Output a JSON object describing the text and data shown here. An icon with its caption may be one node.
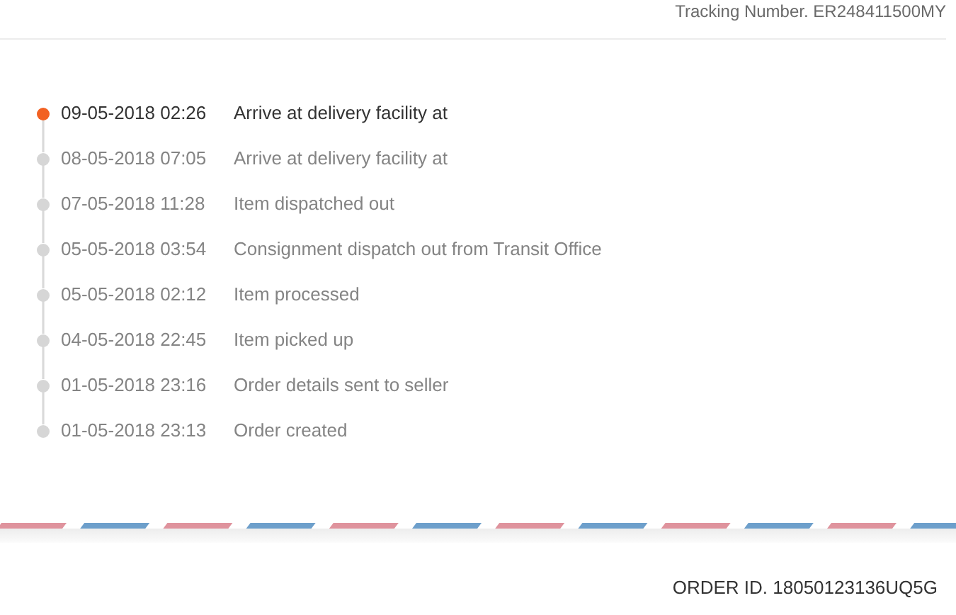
{
  "diagram": {
    "nodes": [
      {
        "text": [],
        "shape": "circle",
        "beside": [
          "09-05-2018 02:26",
          "Arrive at delivery facility at"
        ]
      },
      {
        "text": [],
        "shape": "circle",
        "beside": [
          "08-05-2018 07:05",
          "Arrive at delivery facility at"
        ]
      },
      {
        "text": [],
        "shape": "circle",
        "beside": [
          "07-05-2018 11:28",
          "Item dispatched out"
        ]
      },
      {
        "text": [],
        "shape": "circle",
        "beside": [
          "05-05-2018 03:54",
          "Consignment dispatch out from Transit Office"
        ]
      },
      {
        "text": [],
        "shape": "circle",
        "beside": [
          "05-05-2018 02:12",
          "Item processed"
        ]
      },
      {
        "text": [],
        "shape": "circle",
        "beside": [
          "04-05-2018 22:45",
          "Item picked up"
        ]
      },
      {
        "text": [],
        "shape": "circle",
        "beside": [
          "01-05-2018 23:16",
          "Order details sent to seller"
        ]
      },
      {
        "text": [],
        "shape": "circle",
        "beside": [
          "01-05-2018 23:13",
          "Order created"
        ]
      }
    ],
    "edges": [
      {
        "from": 0,
        "to": 1,
        "arrow": "none"
      },
      {
        "from": 1,
        "to": 2,
        "arrow": "none"
      },
      {
        "from": 2,
        "to": 3,
        "arrow": "none"
      },
      {
        "from": 3,
        "to": 4,
        "arrow": "none"
      },
      {
        "from": 4,
        "to": 5,
        "arrow": "none"
      },
      {
        "from": 5,
        "to": 6,
        "arrow": "none"
      },
      {
        "from": 6,
        "to": 7,
        "arrow": "none"
      }
    ],
    "labels": [
      "Tracking Number. ER248411500MY",
      "ORDER ID. 18050123136UQ5G"
    ]
  }
}
